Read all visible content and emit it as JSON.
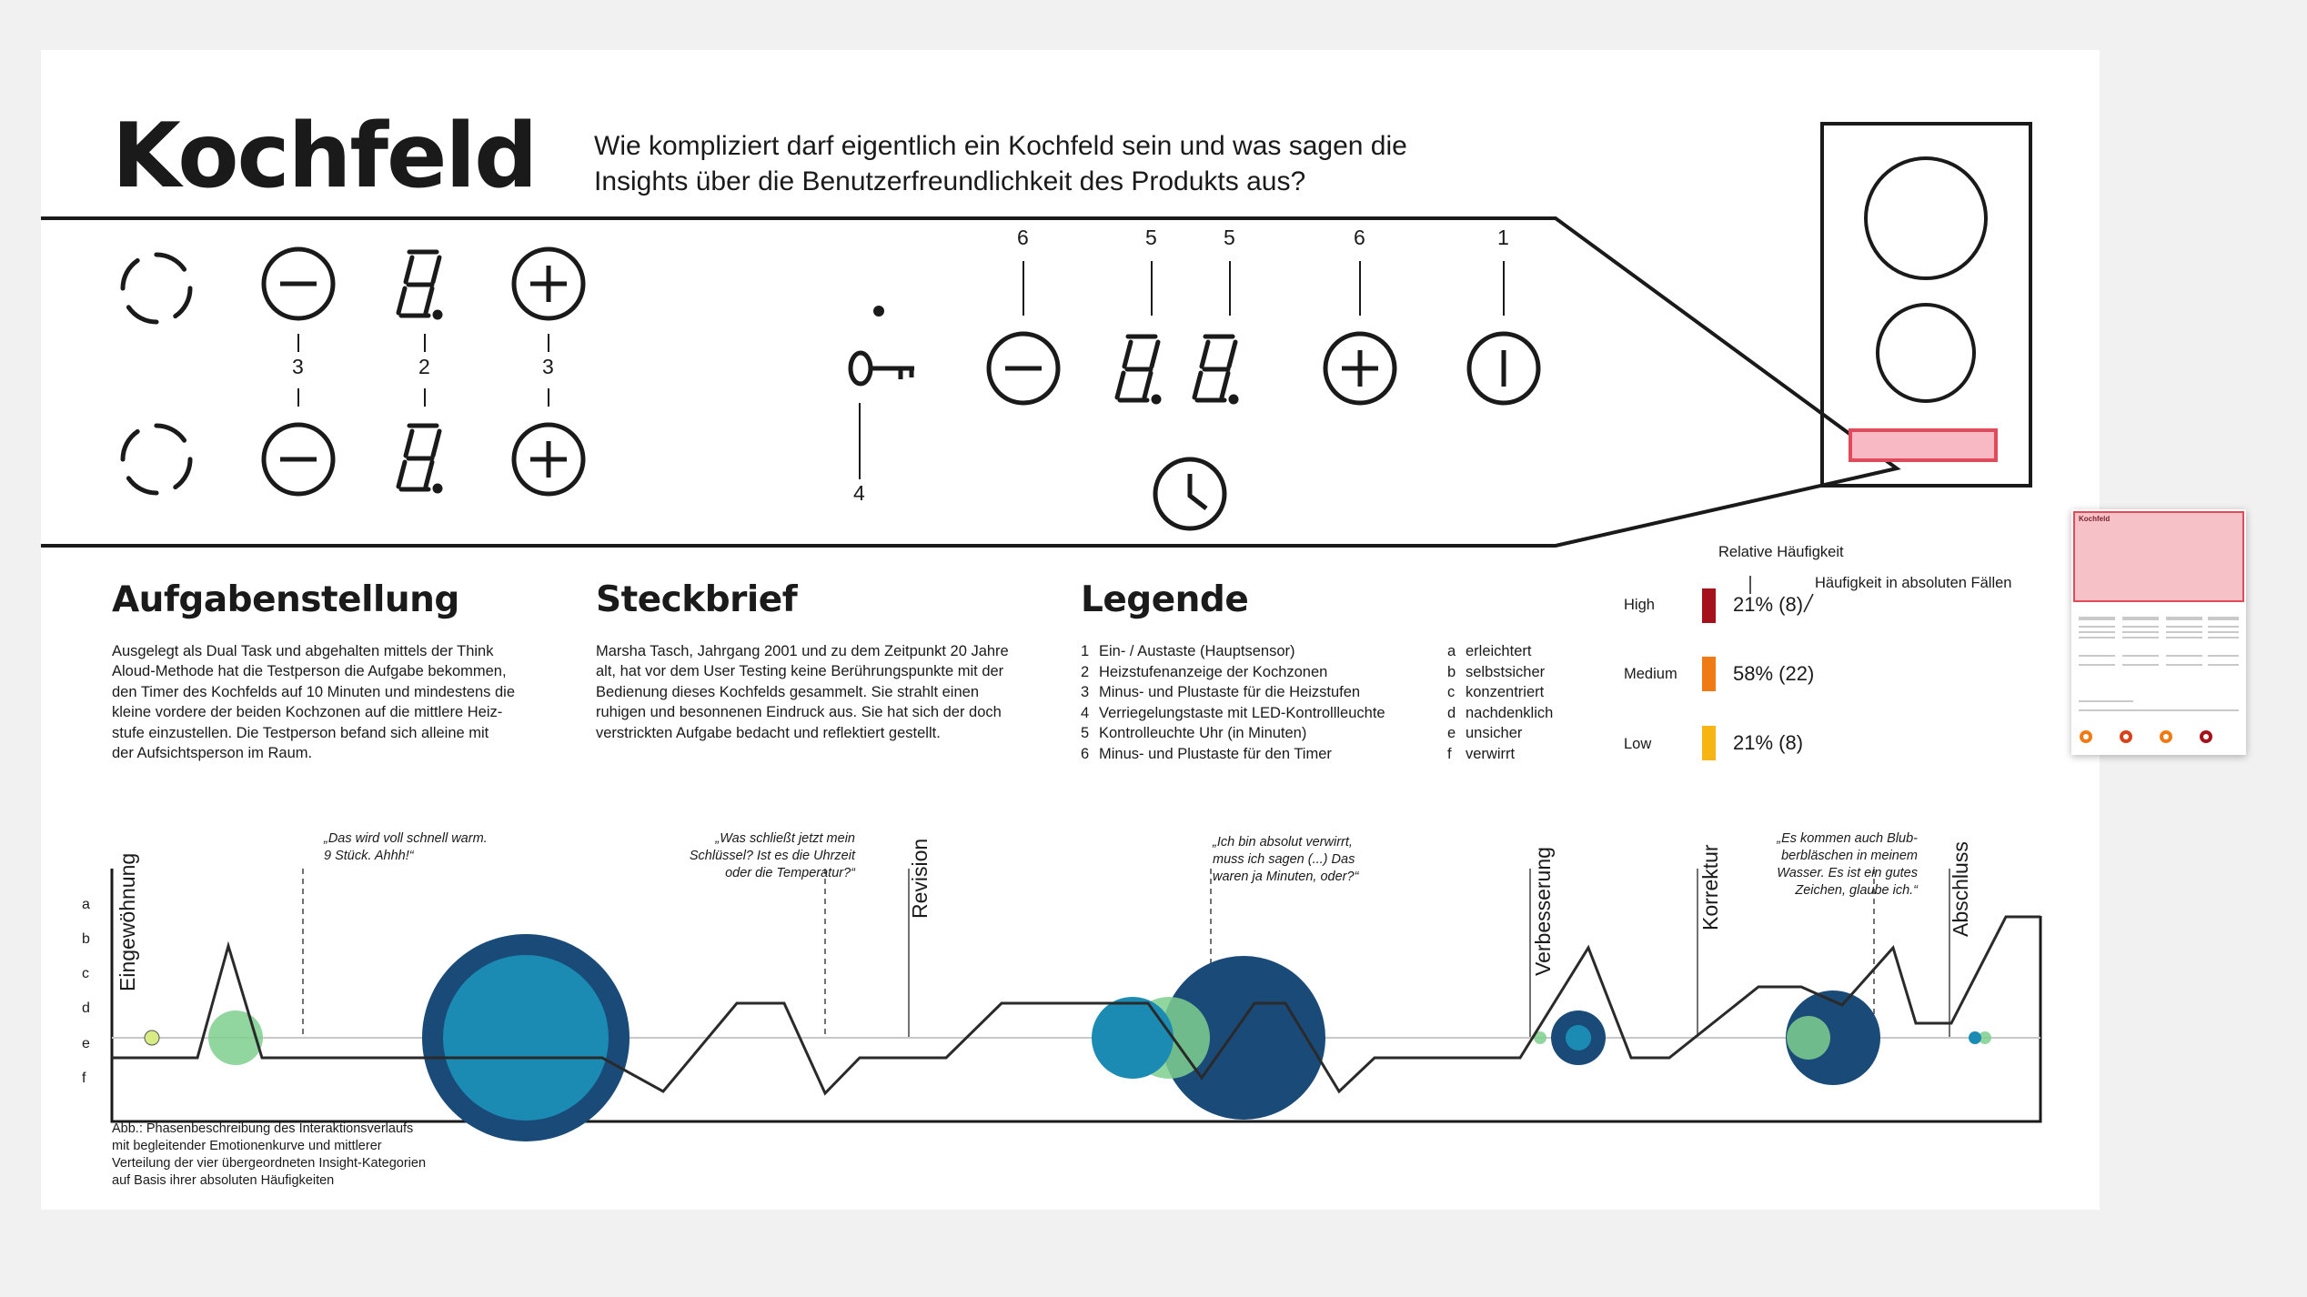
{
  "title": "Kochfeld",
  "subtitle": "Wie kompliziert darf eigentlich ein Kochfeld sein und was sagen die\nInsights über die Benutzerfreundlichkeit des Produkts aus?",
  "control_numbers": {
    "left_3a": "3",
    "left_2": "2",
    "left_3b": "3",
    "right_6a": "6",
    "right_5a": "5",
    "right_5b": "5",
    "right_6b": "6",
    "right_1": "1",
    "key_4": "4"
  },
  "icons": [
    "zone-selector-icon",
    "minus-icon",
    "seven-segment-display-icon",
    "plus-icon",
    "lock-key-icon",
    "clock-icon",
    "power-icon",
    "cooktop-diagram-icon"
  ],
  "sections": {
    "aufgabe": {
      "heading": "Aufgabenstellung",
      "text": "Ausgelegt als Dual Task und abgehalten mittels der Think\nAloud-Methode hat die Testperson die Aufgabe bekommen,\nden Timer des Kochfelds auf 10 Minuten und mindestens die\nkleine vordere der beiden Kochzonen auf die mittlere Heiz-\nstufe einzustellen. Die Testperson befand sich alleine mit\nder Aufsichtsperson im Raum."
    },
    "steckbrief": {
      "heading": "Steckbrief",
      "text": "Marsha Tasch, Jahrgang 2001 und zu dem Zeitpunkt 20 Jahre\nalt, hat vor dem User Testing keine Berührungspunkte mit der\nBedienung dieses Kochfelds gesammelt. Sie strahlt einen\nruhigen und besonnenen Eindruck aus. Sie hat sich der doch\nverstrickten Aufgabe bedacht und reflektiert gestellt."
    },
    "legende": {
      "heading": "Legende",
      "numbered": [
        {
          "key": "1",
          "label": "Ein- / Austaste (Hauptsensor)"
        },
        {
          "key": "2",
          "label": "Heizstufenanzeige der Kochzonen"
        },
        {
          "key": "3",
          "label": "Minus- und Plustaste für die Heizstufen"
        },
        {
          "key": "4",
          "label": "Verriegelungstaste mit LED-Kontrollleuchte"
        },
        {
          "key": "5",
          "label": "Kontrolleuchte Uhr (in Minuten)"
        },
        {
          "key": "6",
          "label": "Minus- und Plustaste für den Timer"
        }
      ],
      "lettered": [
        {
          "key": "a",
          "label": "erleichtert"
        },
        {
          "key": "b",
          "label": "selbstsicher"
        },
        {
          "key": "c",
          "label": "konzentriert"
        },
        {
          "key": "d",
          "label": "nachdenklich"
        },
        {
          "key": "e",
          "label": "unsicher"
        },
        {
          "key": "f",
          "label": "verwirrt"
        }
      ]
    }
  },
  "frequency": {
    "relative_label": "Relative Häufigkeit",
    "absolute_label": "Häufigkeit in absoluten Fällen",
    "rows": [
      {
        "label": "High",
        "value": "21% (8)",
        "color": "#a5121c"
      },
      {
        "label": "Medium",
        "value": "58% (22)",
        "color": "#f07a14"
      },
      {
        "label": "Low",
        "value": "21% (8)",
        "color": "#f7b514"
      }
    ]
  },
  "timeline": {
    "axis_levels": [
      "a",
      "b",
      "c",
      "d",
      "e",
      "f"
    ],
    "phases": [
      "Eingewöhnung",
      "Revision",
      "Verbesserung",
      "Korrektur",
      "Abschluss"
    ],
    "quotes": [
      "„Das wird voll schnell warm.\n9 Stück. Ahhh!“",
      "„Was schließt jetzt mein\nSchlüssel? Ist es die Uhrzeit\noder die Temperatur?“",
      "„Ich bin absolut verwirrt,\nmuss ich sagen (...) Das\nwaren ja Minuten, oder?“",
      "„Es kommen auch Blub-\nberbläschen in meinem\nWasser. Es ist ein gutes\nZeichen, glaube ich.“"
    ],
    "caption": "Abb.: Phasenbeschreibung des Interaktionsverlaufs\nmit begleitender Emotionenkurve und mittlerer\nVerteilung der vier übergeordneten Insight-Kategorien\nauf Basis ihrer absoluten Häufigkeiten",
    "colors": {
      "dark_blue": "#1a4a78",
      "mid_blue": "#1b8bb4",
      "green": "#7fcf8e",
      "yellow_green": "#d8ec86"
    }
  },
  "thumbnail": {
    "title": "Kochfeld"
  }
}
